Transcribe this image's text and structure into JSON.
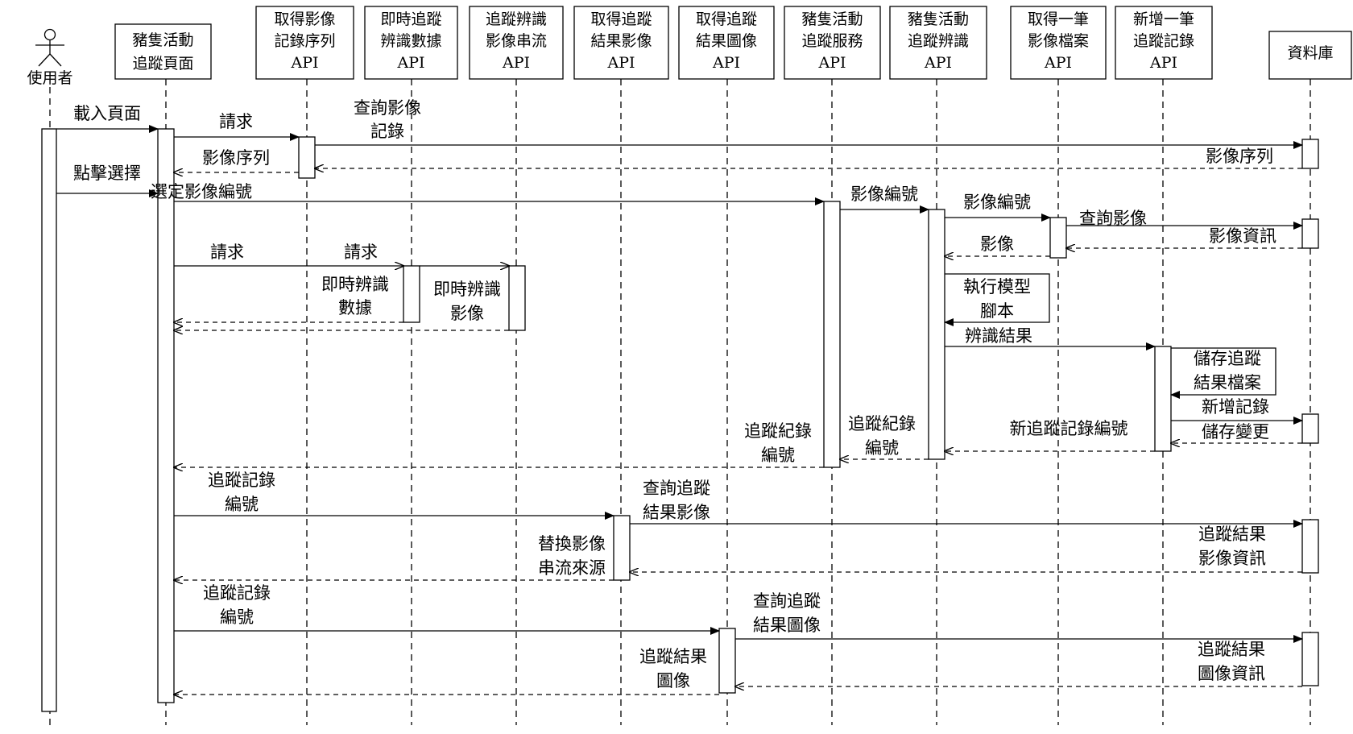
{
  "participants": {
    "user": "使用者",
    "page": [
      "豬隻活動",
      "追蹤頁面"
    ],
    "getSeqApi": [
      "取得影像",
      "記錄序列",
      "API"
    ],
    "rtDataApi": [
      "即時追蹤",
      "辨識數據",
      "API"
    ],
    "streamApi": [
      "追蹤辨識",
      "影像串流",
      "API"
    ],
    "resultImgApi": [
      "取得追蹤",
      "結果影像",
      "API"
    ],
    "resultPicApi": [
      "取得追蹤",
      "結果圖像",
      "API"
    ],
    "trackSvcApi": [
      "豬隻活動",
      "追蹤服務",
      "API"
    ],
    "trackRecApi": [
      "豬隻活動",
      "追蹤辨識",
      "API"
    ],
    "getFileApi": [
      "取得一筆",
      "影像檔案",
      "API"
    ],
    "addRecApi": [
      "新增一筆",
      "追蹤記錄",
      "API"
    ],
    "db": "資料庫"
  },
  "messages": {
    "load_page": "載入頁面",
    "request1": "請求",
    "query_image_record": [
      "查詢影像",
      "記錄"
    ],
    "image_sequence_db": "影像序列",
    "image_sequence_page": "影像序列",
    "click_select": "點擊選擇",
    "select_image_id": "選定影像編號",
    "image_id_1": "影像編號",
    "image_id_2": "影像編號",
    "query_image": "查詢影像",
    "image_info": "影像資訊",
    "image": "影像",
    "request2": "請求",
    "request3": "請求",
    "rt_data": [
      "即時辨識",
      "數據"
    ],
    "rt_image": [
      "即時辨識",
      "影像"
    ],
    "run_model": [
      "執行模型",
      "腳本"
    ],
    "recognition_result": "辨識結果",
    "save_result_file": [
      "儲存追蹤",
      "結果檔案"
    ],
    "add_record": "新增記錄",
    "save_changes": "儲存變更",
    "new_track_id": "新追蹤記錄編號",
    "track_id_a": [
      "追蹤紀錄",
      "編號"
    ],
    "track_id_b": [
      "追蹤紀錄",
      "編號"
    ],
    "track_id_c": [
      "追蹤記錄",
      "編號"
    ],
    "query_result_image": [
      "查詢追蹤",
      "結果影像"
    ],
    "result_image_info": [
      "追蹤結果",
      "影像資訊"
    ],
    "replace_stream": [
      "替換影像",
      "串流來源"
    ],
    "track_id_d": [
      "追蹤記錄",
      "編號"
    ],
    "query_result_pic": [
      "查詢追蹤",
      "結果圖像"
    ],
    "result_pic_info": [
      "追蹤結果",
      "圖像資訊"
    ],
    "result_pic": [
      "追蹤結果",
      "圖像"
    ]
  }
}
